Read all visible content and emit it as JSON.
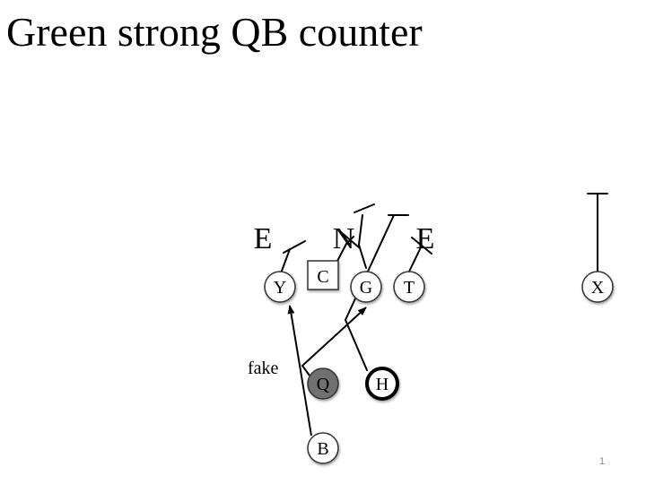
{
  "slide": {
    "title": "Green strong QB counter",
    "number": "1"
  },
  "defense": [
    {
      "label": "E"
    },
    {
      "label": "N"
    },
    {
      "label": "E"
    }
  ],
  "offense": {
    "center": {
      "label": "C"
    },
    "players": [
      {
        "label": "Y",
        "fill": "#ffffff",
        "role": "receiver"
      },
      {
        "label": "G",
        "fill": "#ffffff",
        "role": "lineman"
      },
      {
        "label": "T",
        "fill": "#ffffff",
        "role": "lineman"
      },
      {
        "label": "X",
        "fill": "#ffffff",
        "role": "receiver"
      },
      {
        "label": "Q",
        "fill": "#707070",
        "role": "ball-carrier"
      },
      {
        "label": "H",
        "fill": "#ffffff",
        "role": "blocker",
        "emphasis": "thick-outline"
      },
      {
        "label": "B",
        "fill": "#ffffff",
        "role": "back"
      }
    ]
  },
  "annotations": [
    {
      "text": "fake"
    }
  ]
}
